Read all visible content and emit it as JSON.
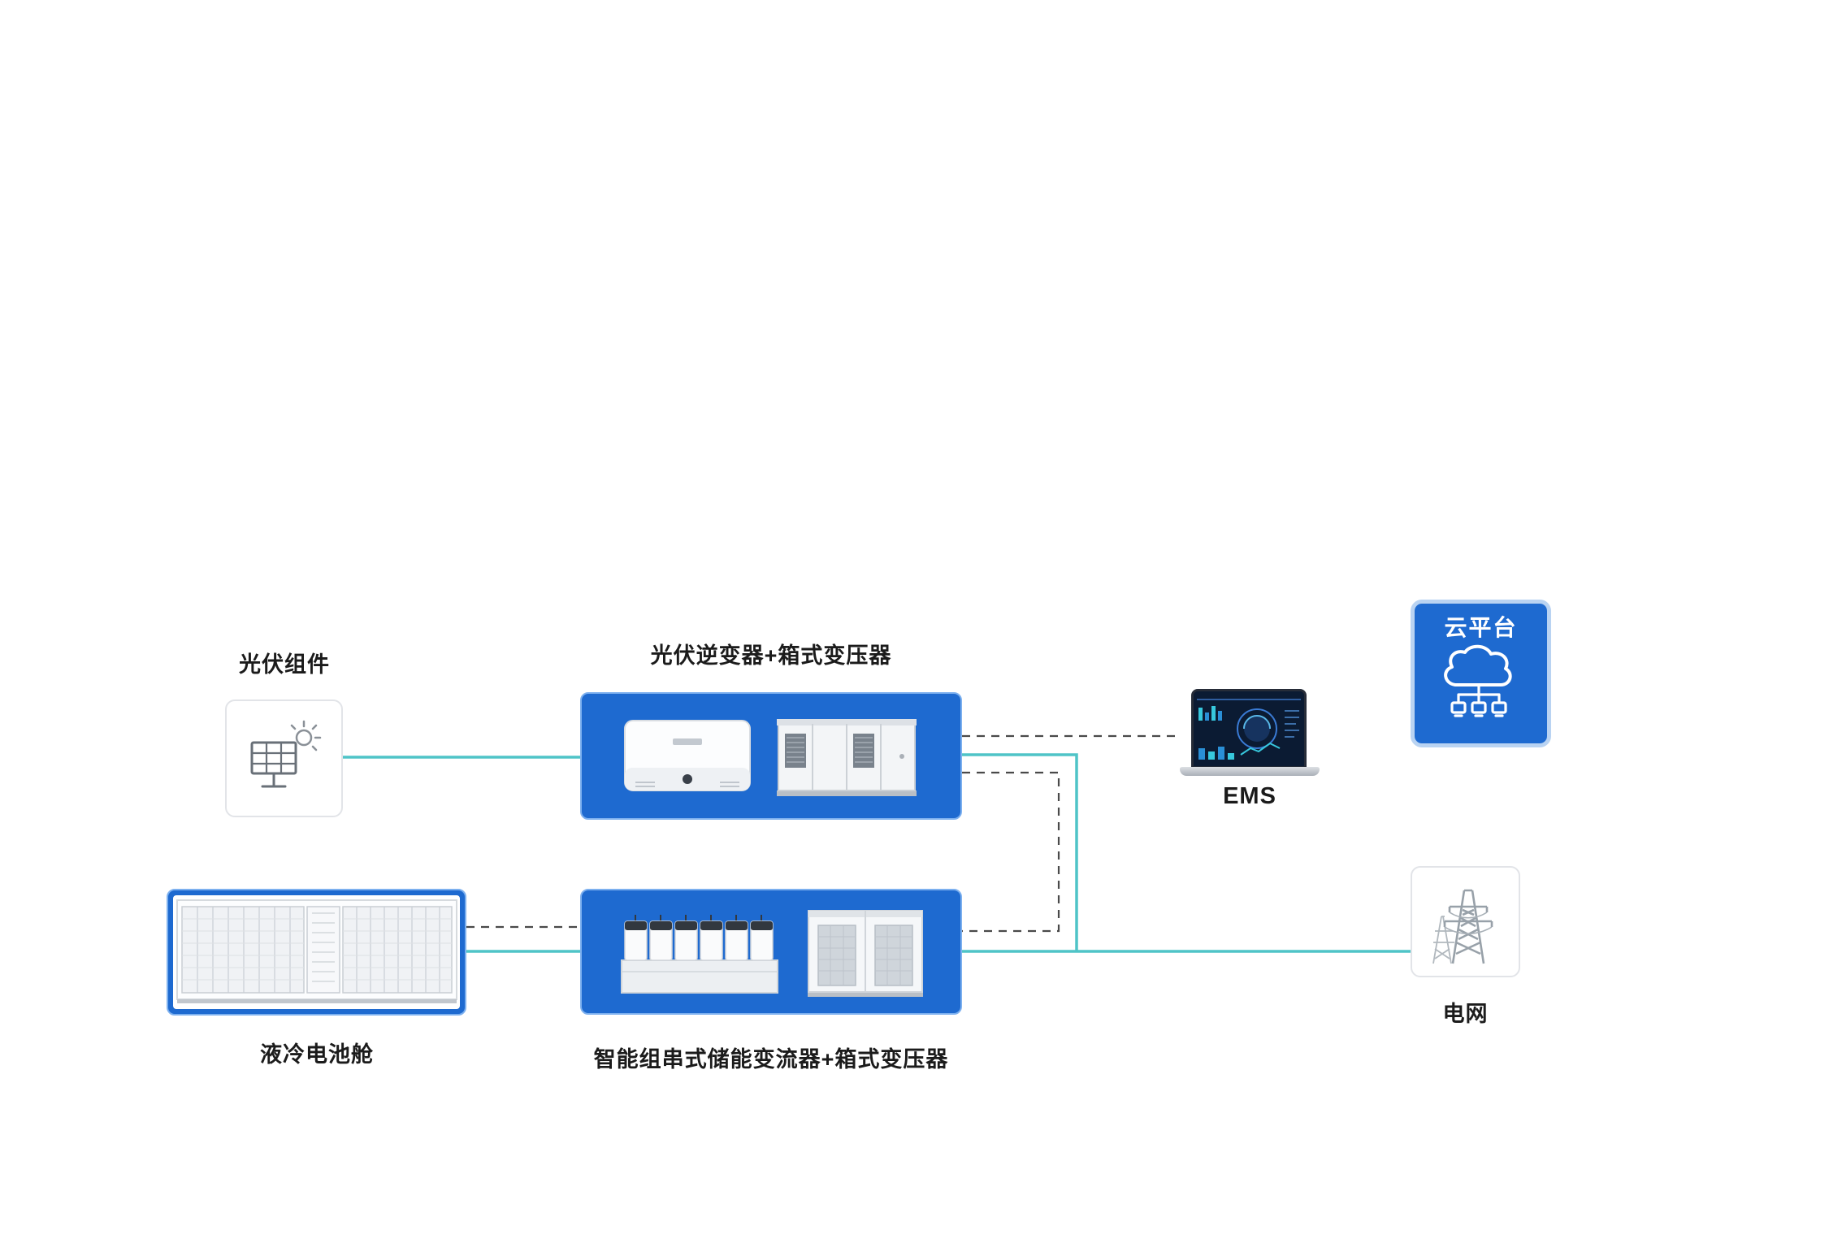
{
  "colors": {
    "box_blue": "#1e6ad0",
    "box_blue_border": "#7cb0ef",
    "cloud_border": "#b9d3f2",
    "teal": "#4fc4c7",
    "dash": "#4a4a4a",
    "label": "#1b1b1b"
  },
  "nodes": {
    "pv_modules": {
      "label": "光伏组件"
    },
    "pv_inverter": {
      "label": "光伏逆变器+箱式变压器"
    },
    "ems": {
      "label": "EMS"
    },
    "cloud": {
      "label": "云平台"
    },
    "battery": {
      "label": "液冷电池舱"
    },
    "storage_converter": {
      "label": "智能组串式储能变流器+箱式变压器"
    },
    "grid": {
      "label": "电网"
    }
  }
}
